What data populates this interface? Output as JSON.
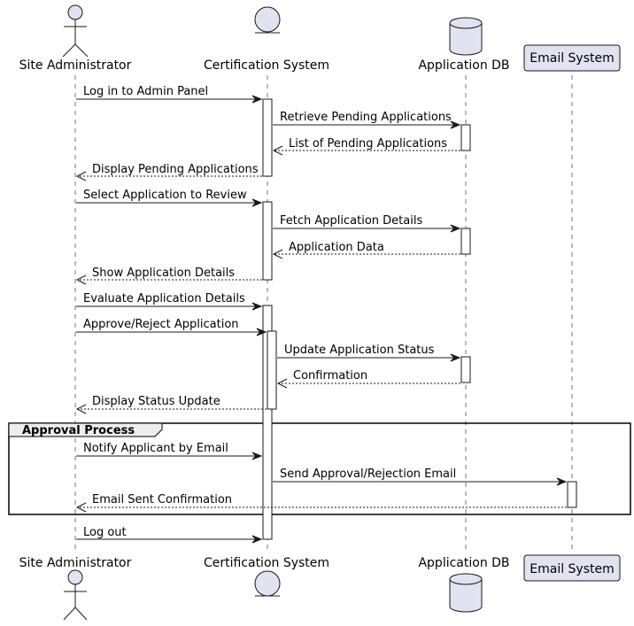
{
  "participants": [
    {
      "key": "admin",
      "label": "Site Administrator",
      "kind": "actor"
    },
    {
      "key": "cert",
      "label": "Certification System",
      "kind": "entity"
    },
    {
      "key": "db",
      "label": "Application DB",
      "kind": "database"
    },
    {
      "key": "email",
      "label": "Email System",
      "kind": "participant"
    }
  ],
  "messages": [
    {
      "key": "m1",
      "label": "Log in to Admin Panel",
      "from": "admin",
      "to": "cert",
      "style": "solid"
    },
    {
      "key": "m2",
      "label": "Retrieve Pending Applications",
      "from": "cert",
      "to": "db",
      "style": "solid"
    },
    {
      "key": "m3",
      "label": "List of Pending Applications",
      "from": "db",
      "to": "cert",
      "style": "dashed"
    },
    {
      "key": "m4",
      "label": "Display Pending Applications",
      "from": "cert",
      "to": "admin",
      "style": "dashed"
    },
    {
      "key": "m5",
      "label": "Select Application to Review",
      "from": "admin",
      "to": "cert",
      "style": "solid"
    },
    {
      "key": "m6",
      "label": "Fetch Application Details",
      "from": "cert",
      "to": "db",
      "style": "solid"
    },
    {
      "key": "m7",
      "label": "Application Data",
      "from": "db",
      "to": "cert",
      "style": "dashed"
    },
    {
      "key": "m8",
      "label": "Show Application Details",
      "from": "cert",
      "to": "admin",
      "style": "dashed"
    },
    {
      "key": "m9",
      "label": "Evaluate Application Details",
      "from": "admin",
      "to": "cert",
      "style": "solid"
    },
    {
      "key": "m10",
      "label": "Approve/Reject Application",
      "from": "admin",
      "to": "cert",
      "style": "solid"
    },
    {
      "key": "m11",
      "label": "Update Application Status",
      "from": "cert",
      "to": "db",
      "style": "solid"
    },
    {
      "key": "m12",
      "label": "Confirmation",
      "from": "db",
      "to": "cert",
      "style": "dashed"
    },
    {
      "key": "m13",
      "label": "Display Status Update",
      "from": "cert",
      "to": "admin",
      "style": "dashed"
    },
    {
      "key": "m14",
      "label": "Notify Applicant by Email",
      "from": "admin",
      "to": "cert",
      "style": "solid"
    },
    {
      "key": "m15",
      "label": "Send Approval/Rejection Email",
      "from": "cert",
      "to": "email",
      "style": "solid"
    },
    {
      "key": "m16",
      "label": "Email Sent Confirmation",
      "from": "email",
      "to": "admin",
      "style": "dashed"
    },
    {
      "key": "m17",
      "label": "Log out",
      "from": "admin",
      "to": "cert",
      "style": "solid"
    }
  ],
  "group": {
    "label": "Approval Process"
  },
  "colors": {
    "participant_fill": "#e2e2f0",
    "line": "#181818",
    "group_tab": "#eeeeee",
    "background": "#ffffff"
  }
}
